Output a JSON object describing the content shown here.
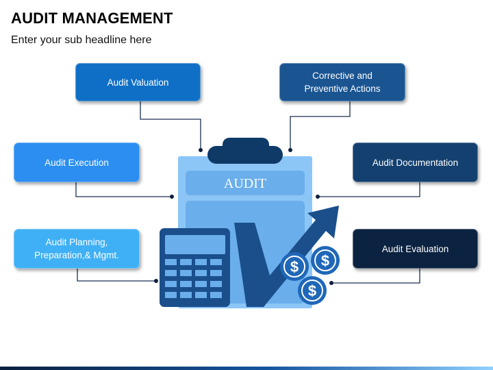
{
  "title": "AUDIT MANAGEMENT",
  "subtitle": "Enter your sub headline here",
  "clipboard_label": "AUDIT",
  "boxes": [
    {
      "label": "Audit Valuation",
      "color": "#0f6fc6"
    },
    {
      "label": "Corrective and\nPreventive Actions",
      "color": "#1a5592"
    },
    {
      "label": "Audit Execution",
      "color": "#2b8ef0"
    },
    {
      "label": "Audit Documentation",
      "color": "#13406f"
    },
    {
      "label": "Audit Planning,\nPreparation,& Mgmt.",
      "color": "#3fb0f5"
    },
    {
      "label": "Audit Evaluation",
      "color": "#0b2240"
    }
  ],
  "icons": [
    "clipboard-icon",
    "calculator-icon",
    "checkmark-arrow-icon",
    "dollar-coin-icon"
  ],
  "coin_symbol": "$"
}
